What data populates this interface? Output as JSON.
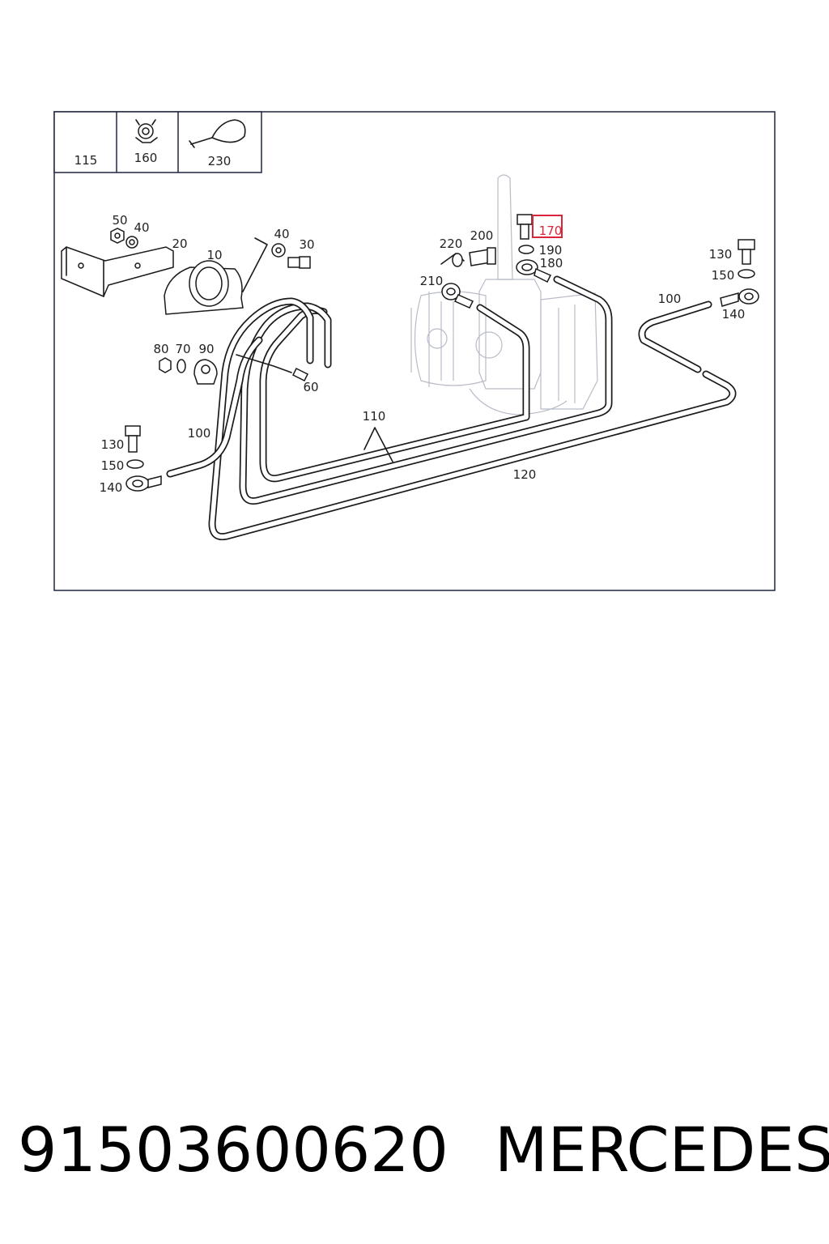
{
  "legend": {
    "items": [
      {
        "id": "legend-115",
        "label": "115",
        "icon": "hose-elbow-icon"
      },
      {
        "id": "legend-160",
        "label": "160",
        "icon": "hose-clamp-icon"
      },
      {
        "id": "legend-230",
        "label": "230",
        "icon": "cable-tie-icon"
      }
    ]
  },
  "callouts": {
    "c10": "10",
    "c20": "20",
    "c30": "30",
    "c40a": "40",
    "c40b": "40",
    "c50": "50",
    "c60": "60",
    "c70": "70",
    "c80": "80",
    "c90": "90",
    "c100a": "100",
    "c100b": "100",
    "c110": "110",
    "c120": "120",
    "c130a": "130",
    "c130b": "130",
    "c140a": "140",
    "c140b": "140",
    "c150a": "150",
    "c150b": "150",
    "c170": "170",
    "c180": "180",
    "c190": "190",
    "c200": "200",
    "c210": "210",
    "c220": "220"
  },
  "highlight": {
    "label": "170",
    "color": "#d9263a"
  },
  "footer": {
    "part_number": "91503600620",
    "brand": "MERCEDES"
  },
  "colors": {
    "frame": "#1f2540",
    "ink": "#1a1a1a",
    "ghost": "#b9bcc8",
    "highlight": "#d9263a"
  }
}
